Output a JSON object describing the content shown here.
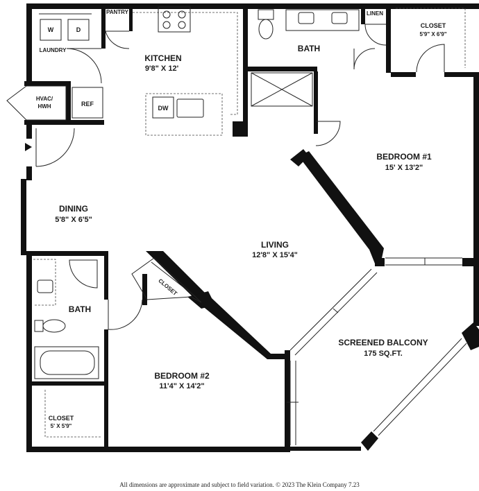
{
  "rooms": {
    "kitchen": {
      "name": "KITCHEN",
      "dims": "9'8\" X 12'"
    },
    "bath_top": {
      "name": "BATH"
    },
    "closet_top": {
      "name": "CLOSET",
      "dims": "5'9\" X 6'9\""
    },
    "bedroom1": {
      "name": "BEDROOM #1",
      "dims": "15' X 13'2\""
    },
    "dining": {
      "name": "DINING",
      "dims": "5'8\" X 6'5\""
    },
    "living": {
      "name": "LIVING",
      "dims": "12'8\" X 15'4\""
    },
    "bath_bottom": {
      "name": "BATH"
    },
    "bedroom2": {
      "name": "BEDROOM #2",
      "dims": "11'4\" X 14'2\""
    },
    "closet_bottom": {
      "name": "CLOSET",
      "dims": "5' X 5'9\""
    },
    "balcony": {
      "name": "SCREENED BALCONY",
      "dims": "175 SQ.FT."
    },
    "closet_diag": {
      "name": "CLOSET"
    }
  },
  "fixtures": {
    "laundry": "LAUNDRY",
    "washer": "W",
    "dryer": "D",
    "pantry": "PANTRY",
    "linen": "LINEN",
    "hvac_line1": "HVAC/",
    "hvac_line2": "HWH",
    "ref": "REF",
    "dw": "DW"
  },
  "footnote": "All dimensions are approximate and subject to field variation. © 2023 The Klein Company 7.23"
}
